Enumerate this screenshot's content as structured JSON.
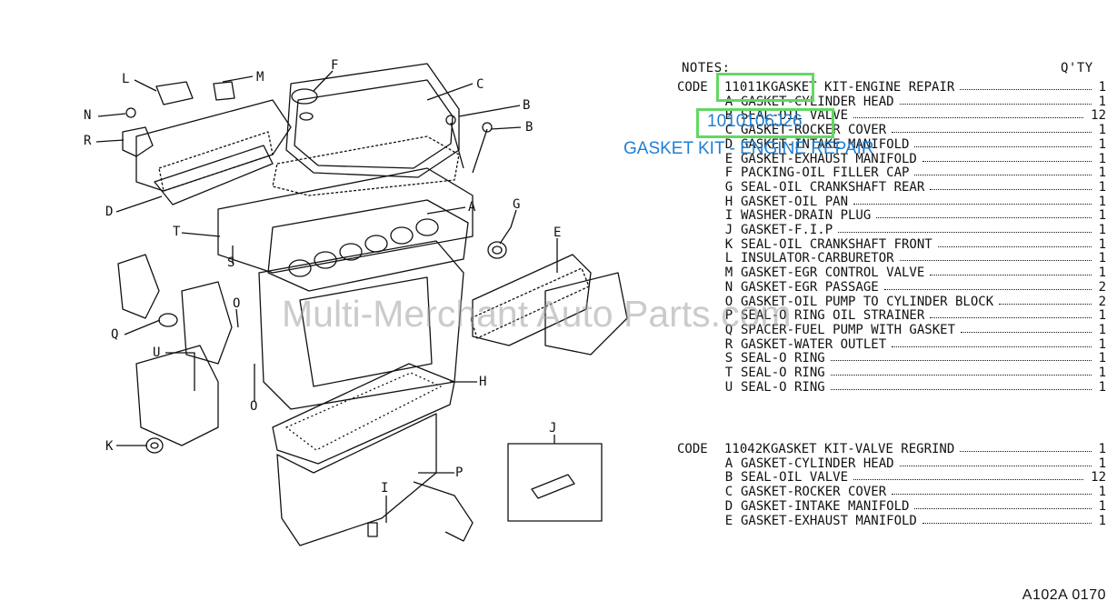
{
  "notes_label": "NOTES:",
  "qty_label": "Q'TY",
  "kit1": {
    "code_prefix": "CODE",
    "code": "11011K",
    "title": "GASKET KIT-ENGINE REPAIR",
    "qty": "1",
    "items": [
      {
        "letter": "A",
        "desc": "GASKET-CYLINDER HEAD",
        "qty": "1"
      },
      {
        "letter": "B",
        "desc": "SEAL-OIL VALVE",
        "qty": "12"
      },
      {
        "letter": "C",
        "desc": "GASKET-ROCKER COVER",
        "qty": "1"
      },
      {
        "letter": "D",
        "desc": "GASKET-INTAKE MANIFOLD",
        "qty": "1"
      },
      {
        "letter": "E",
        "desc": "GASKET-EXHAUST MANIFOLD",
        "qty": "1"
      },
      {
        "letter": "F",
        "desc": "PACKING-OIL FILLER CAP",
        "qty": "1"
      },
      {
        "letter": "G",
        "desc": "SEAL-OIL CRANKSHAFT REAR",
        "qty": "1"
      },
      {
        "letter": "H",
        "desc": "GASKET-OIL PAN",
        "qty": "1"
      },
      {
        "letter": "I",
        "desc": "WASHER-DRAIN PLUG",
        "qty": "1"
      },
      {
        "letter": "J",
        "desc": "GASKET-F.I.P",
        "qty": "1"
      },
      {
        "letter": "K",
        "desc": "SEAL-OIL CRANKSHAFT FRONT",
        "qty": "1"
      },
      {
        "letter": "L",
        "desc": "INSULATOR-CARBURETOR",
        "qty": "1"
      },
      {
        "letter": "M",
        "desc": "GASKET-EGR CONTROL VALVE",
        "qty": "1"
      },
      {
        "letter": "N",
        "desc": "GASKET-EGR PASSAGE",
        "qty": "2"
      },
      {
        "letter": "O",
        "desc": "GASKET-OIL PUMP TO CYLINDER BLOCK",
        "qty": "2"
      },
      {
        "letter": "P",
        "desc": "SEAL-O RING OIL STRAINER",
        "qty": "1"
      },
      {
        "letter": "Q",
        "desc": "SPACER-FUEL PUMP WITH GASKET",
        "qty": "1"
      },
      {
        "letter": "R",
        "desc": "GASKET-WATER OUTLET",
        "qty": "1"
      },
      {
        "letter": "S",
        "desc": "SEAL-O RING",
        "qty": "1"
      },
      {
        "letter": "T",
        "desc": "SEAL-O RING",
        "qty": "1"
      },
      {
        "letter": "U",
        "desc": "SEAL-O RING",
        "qty": "1"
      }
    ]
  },
  "kit2": {
    "code_prefix": "CODE",
    "code": "11042K",
    "title": "GASKET KIT-VALVE REGRIND",
    "qty": "1",
    "items": [
      {
        "letter": "A",
        "desc": "GASKET-CYLINDER HEAD",
        "qty": "1"
      },
      {
        "letter": "B",
        "desc": "SEAL-OIL VALVE",
        "qty": "12"
      },
      {
        "letter": "C",
        "desc": "GASKET-ROCKER COVER",
        "qty": "1"
      },
      {
        "letter": "D",
        "desc": "GASKET-INTAKE MANIFOLD",
        "qty": "1"
      },
      {
        "letter": "E",
        "desc": "GASKET-EXHAUST MANIFOLD",
        "qty": "1"
      }
    ]
  },
  "overlay": {
    "part_number": "1010106J26",
    "part_name": "GASKET KIT - ENGINE REPAIR"
  },
  "watermark": "Multi-Merchant Auto Parts.com",
  "figure_id": "A102A 0170",
  "callouts": [
    "L",
    "M",
    "F",
    "C",
    "B",
    "B",
    "N",
    "R",
    "D",
    "A",
    "G",
    "T",
    "S",
    "O",
    "E",
    "Q",
    "U",
    "O",
    "H",
    "K",
    "J",
    "P",
    "I"
  ],
  "colors": {
    "highlight": "#63d863",
    "overlay_text": "#1f7fd4",
    "line": "#111111"
  }
}
